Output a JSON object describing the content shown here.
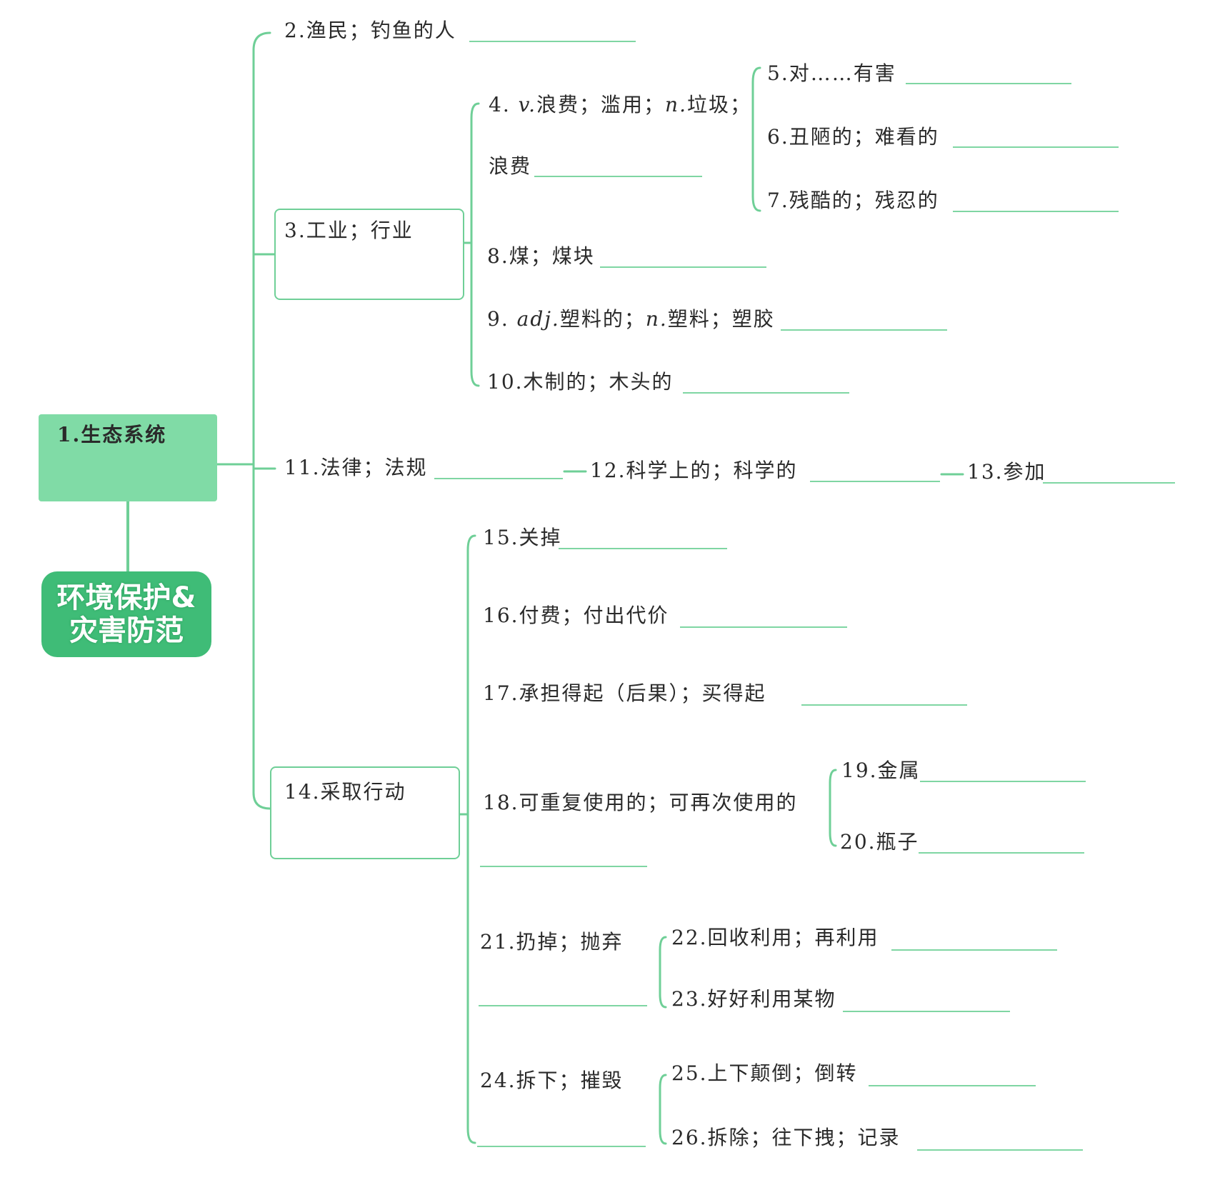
{
  "root": {
    "label": "1.生态系统"
  },
  "title": {
    "line1": "环境保护&",
    "line2": "灾害防范"
  },
  "nodes": {
    "n2": "2.渔民；钓鱼的人",
    "n3": "3.工业；行业",
    "n4a": "4. ",
    "n4b": "v.",
    "n4c": "浪费；滥用；",
    "n4d": "n.",
    "n4e": "垃圾；",
    "n4f": "浪费",
    "n5": "5.对……有害",
    "n6": "6.丑陋的；难看的",
    "n7": "7.残酷的；残忍的",
    "n8": "8.煤；煤块",
    "n9a": "9. ",
    "n9b": "adj.",
    "n9c": "塑料的；",
    "n9d": "n.",
    "n9e": "塑料；塑胶",
    "n10": "10.木制的；木头的",
    "n11": "11.法律；法规",
    "n12": "12.科学上的；科学的",
    "n13": "13.参加",
    "n14": "14.采取行动",
    "n15": "15.关掉",
    "n16": "16.付费；付出代价",
    "n17": "17.承担得起（后果）；买得起",
    "n18": "18.可重复使用的；可再次使用的",
    "n19": "19.金属",
    "n20": "20.瓶子",
    "n21": "21.扔掉；抛弃",
    "n22": "22.回收利用；再利用",
    "n23": "23.好好利用某物",
    "n24": "24.拆下；摧毁",
    "n25": "25.上下颠倒；倒转",
    "n26": "26.拆除；往下拽；记录"
  },
  "colors": {
    "line": "#6fcf97",
    "root_fill": "#80dba6",
    "badge_fill": "#3fbc77"
  }
}
